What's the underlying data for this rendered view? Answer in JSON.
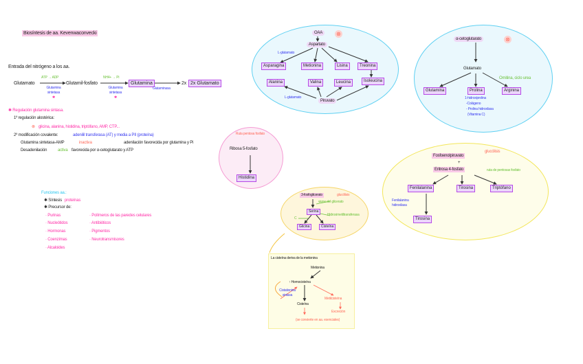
{
  "title": "Biosíntesis de aa. Kevenwaconvecki",
  "nitrogen_entry": {
    "heading": "Entrada del nitrógeno a los aa.",
    "glutamato": "Glutamato",
    "atp_adp": "ATP → ADP",
    "glutamil_fosfato": "Glutamil-fosfato",
    "enzyme1": "Glutamina sintetasa",
    "nh4_pi": "NH4+ → Pi",
    "enzyme1b": "Glutamina sintetasa",
    "glutamina": "Glutamina",
    "glutaminasa": "Glutaminasa",
    "x2_glutamato": "2x Glutamato",
    "star1": "✱",
    "star2": "✱"
  },
  "regulation": {
    "heading": "✱ Regulación glutamina sintasa.",
    "item1": "1º regulación alostérica:",
    "inhibitors_symbol": "⊗",
    "inhibitors": "glicina, alanina, histidina, triptófano, AMP, CTP...",
    "item2_label": "2º modificación covalente:",
    "item2_text": "adenilil transferasa (AT) y media a PII (proteína)",
    "line3_a": "Glutamina sintetasa-AMP",
    "line3_b": "inactiva",
    "line3_c": "adenilación favorecida por glutamina y Pi",
    "line4_a": "Desadenilación",
    "line4_b": "activa",
    "line4_c": "favorecida por α-cetoglutarato y ATP"
  },
  "functions": {
    "heading": "Funciones aa.:",
    "item1_label": "✱ Síntesis",
    "item1_value": "proteínas",
    "item2_label": "✱ Precursor de:",
    "left": [
      "· Purinas",
      "· Nucleótidos",
      "· Hormonas",
      "· Coenzimas",
      "· Alcaloides"
    ],
    "right": [
      "· Polímeros de las paredes celulares",
      "· Antibióticos",
      "· Pigmentos",
      "· Neurotransmisores"
    ]
  },
  "oaa_cluster": {
    "source": "OAA",
    "aspartato": "Aspartato",
    "l_glutamato_top": "L-glutamato",
    "l_glutamato_bottom": "L-glutamato",
    "row1": [
      "Asparagina",
      "Metionina",
      "Lisina",
      "Treonina"
    ],
    "row2": [
      "Alanina",
      "Valina",
      "Leucina",
      "Isoleucina"
    ],
    "piruvato": "Piruvato",
    "symbol": "⊗"
  },
  "akg_cluster": {
    "source": "α-cetoglutarato",
    "glutamato": "Glutamato",
    "note": "Ornitina, ciclo urea",
    "products": [
      "Glutamina",
      "Prolina",
      "Arginina"
    ],
    "prolina_notes": [
      "1-hidroxiprolina",
      "-Colágeno",
      "- Prolina hidroxilasa",
      "(Vitamina C)"
    ],
    "symbol": "⊗"
  },
  "ribose_cluster": {
    "note": "Ruta pentosa fosfato",
    "source": "Ribosa 5-fosfato",
    "product": "Histidina"
  },
  "pep_cluster": {
    "source1": "Fosfoenolpiruvato",
    "plus": "+",
    "source2": "Eritrosa 4-fosfato",
    "note_glycolysis": "glucólisis",
    "note_pentose": "ruta de pentosas fosfato",
    "products": [
      "Fenilalanina",
      "Tirosina",
      "Triptófano"
    ],
    "enzyme": "Fenilalanina hidroxilasa",
    "final": "Tirosina"
  },
  "serine_cluster": {
    "source": "3-fosfoglicerato",
    "note_glycolysis": "glucólisis",
    "note_from": "viene del glicerato",
    "serina": "Serina",
    "note_hmt": "Hidroximetiltransferasa",
    "c_label": "C",
    "products": [
      "Glicina",
      "Cisteína"
    ]
  },
  "cysteine_box": {
    "heading": "La cisteína deriva de la metionina",
    "metionina": "Metionina",
    "homocisteina": "↑ Homocisteína",
    "enzyme": "Cistationina sintasa",
    "cisteina": "Cisteína",
    "metilo": "Metilcisteína",
    "excrecion": "Excreción",
    "note": "(se convierte en aa. esenciales)"
  }
}
